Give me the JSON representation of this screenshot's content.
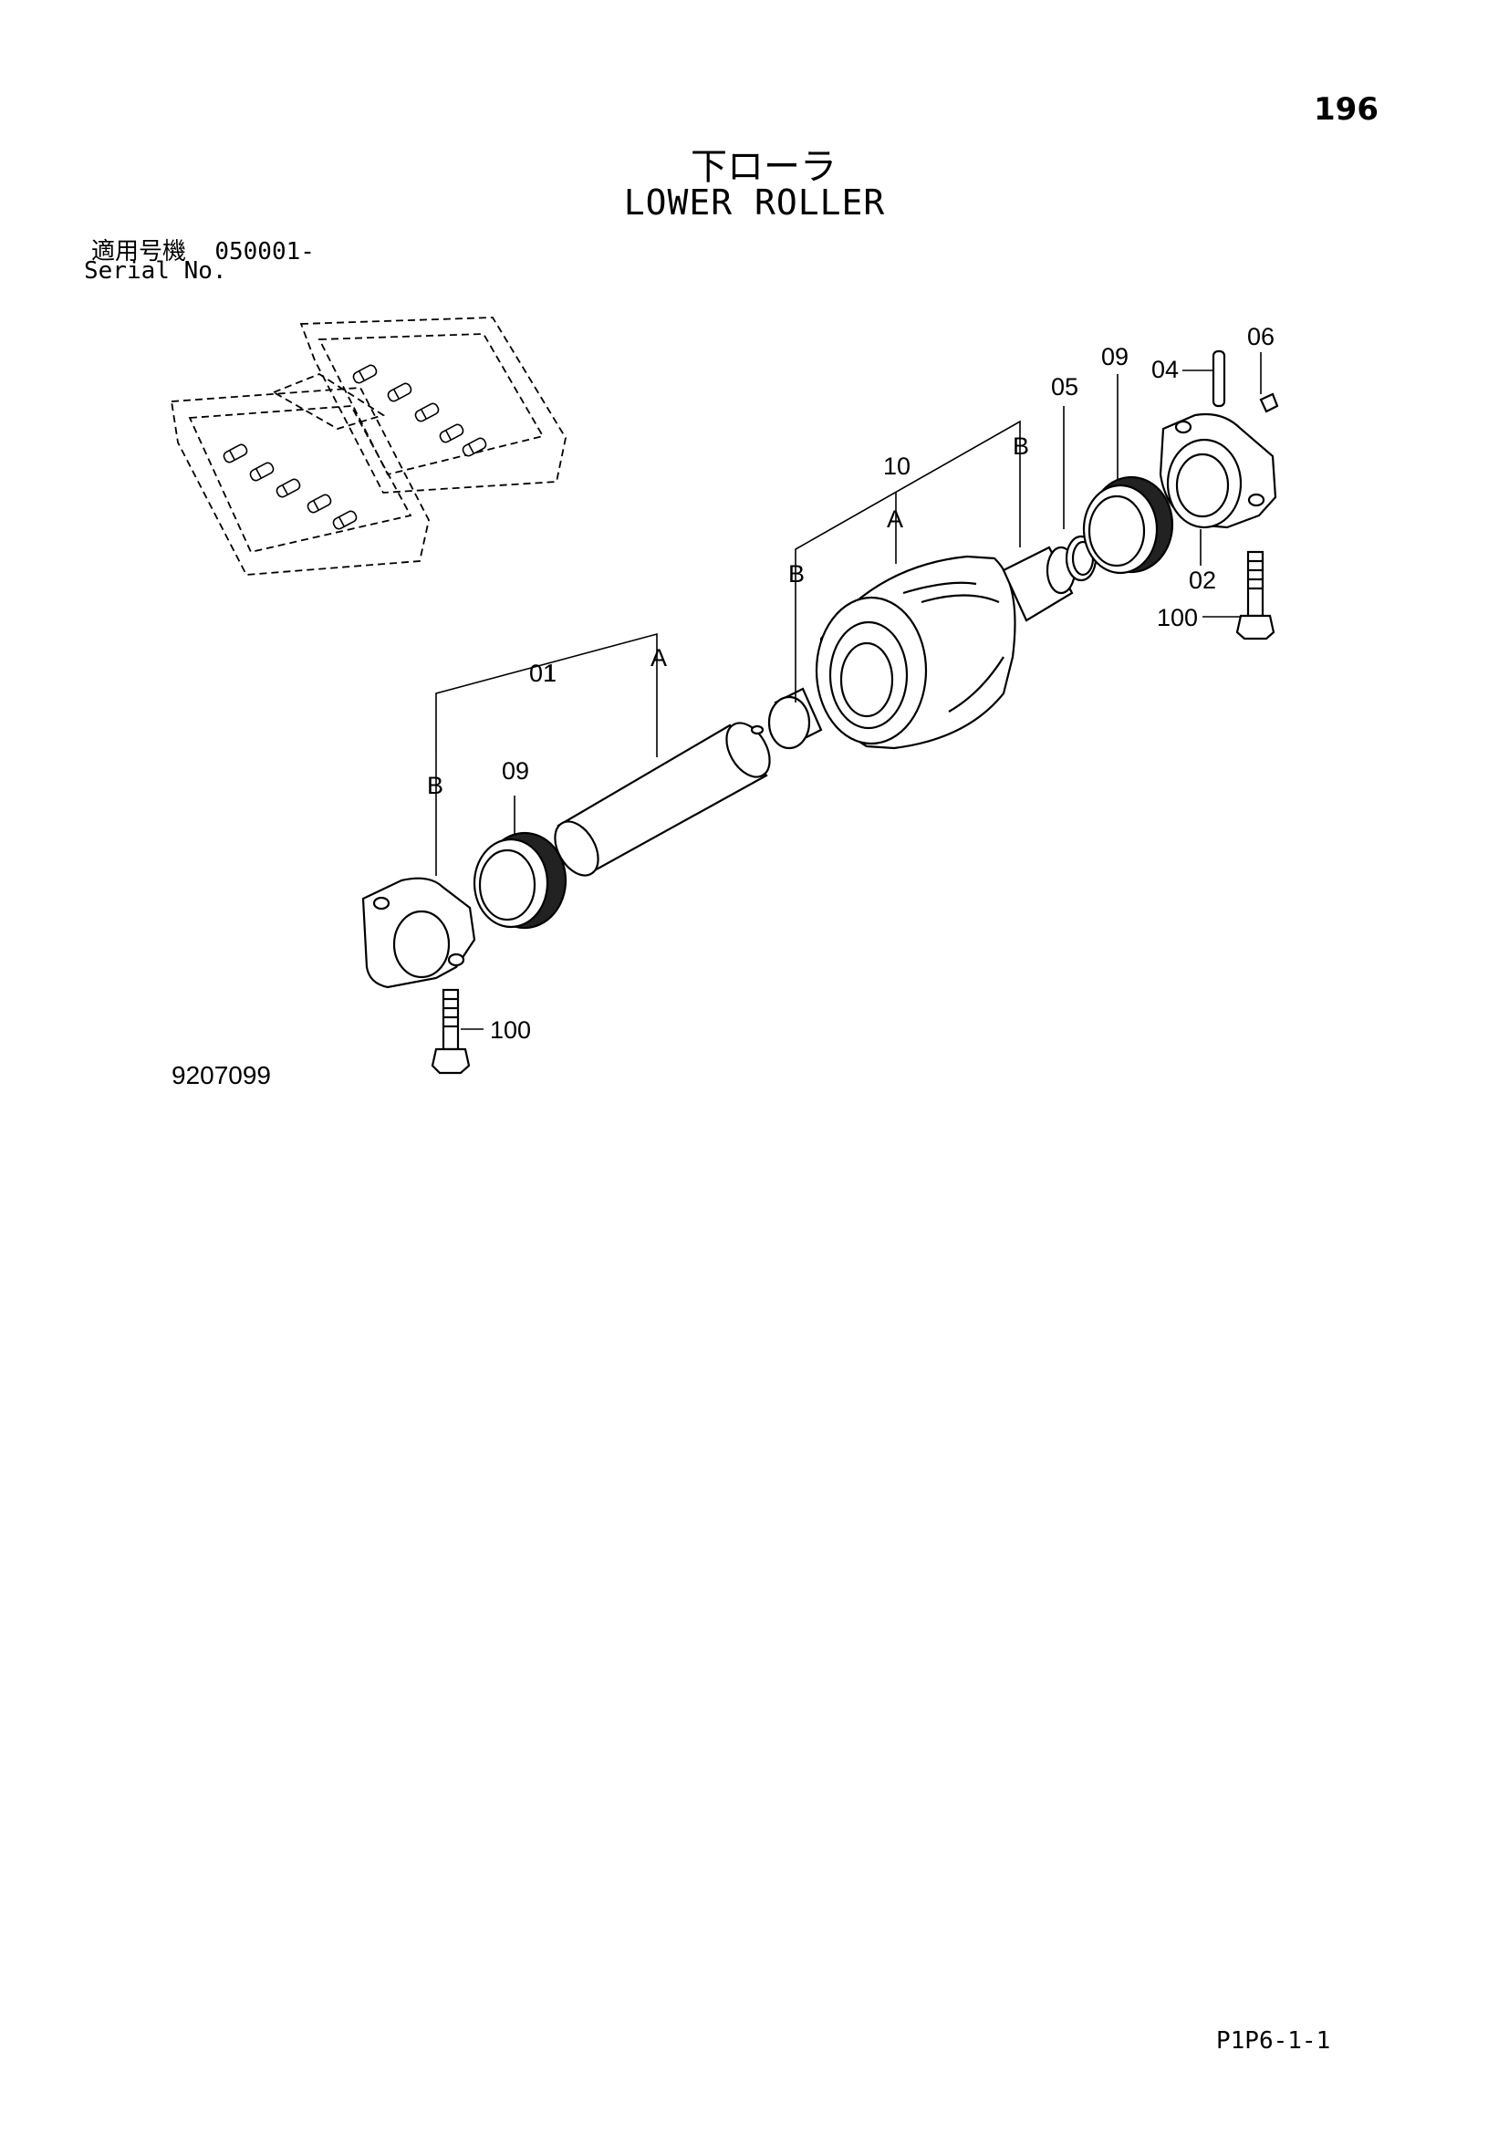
{
  "header": {
    "page_number": "196",
    "title_jp": "下ローラ",
    "title_en": "LOWER ROLLER",
    "serial_label_jp": "適用号機",
    "serial_value": "050001-",
    "serial_label_en": "Serial No."
  },
  "callouts": {
    "c01": "01",
    "c01_a": "A",
    "c01_b": "B",
    "c09_left": "09",
    "c100_left": "100",
    "c10": "10",
    "c10_a": "A",
    "c10_b_left": "B",
    "c10_b_right": "B",
    "c05": "05",
    "c09_right": "09",
    "c04": "04",
    "c06": "06",
    "c02": "02",
    "c100_right": "100"
  },
  "footer": {
    "drawing_number": "9207099",
    "sheet_code": "P1P6-1-1"
  }
}
